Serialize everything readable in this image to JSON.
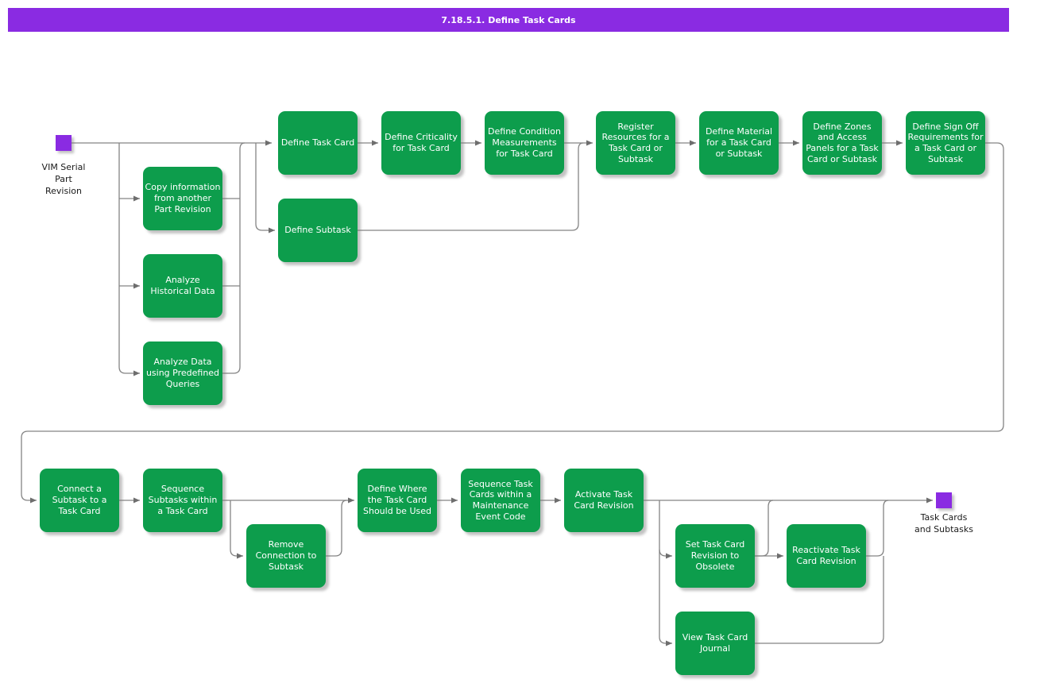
{
  "title": "7.18.5.1. Define Task Cards",
  "colors": {
    "banner": "#8A2BE2",
    "node": "#0D9D4C",
    "connector": "#848484",
    "arrow": "#6e6e6e"
  },
  "start_node": {
    "label": "VIM Serial\nPart\nRevision"
  },
  "end_node": {
    "label": "Task Cards\nand Subtasks"
  },
  "boxes": [
    {
      "label": "Define Task Card"
    },
    {
      "label": "Define Criticality for Task Card"
    },
    {
      "label": "Define Condition Measurements for Task Card"
    },
    {
      "label": "Register Resources for a Task Card or Subtask"
    },
    {
      "label": "Define Material for a Task Card or Subtask"
    },
    {
      "label": "Define Zones and Access Panels for a Task Card or Subtask"
    },
    {
      "label": "Define Sign Off Requirements for a Task Card or Subtask"
    },
    {
      "label": "Copy information from another Part Revision"
    },
    {
      "label": "Analyze Historical Data"
    },
    {
      "label": "Analyze Data using Predefined Queries"
    },
    {
      "label": "Define Subtask"
    },
    {
      "label": "Connect a Subtask to a Task Card"
    },
    {
      "label": "Sequence Subtasks within a Task Card"
    },
    {
      "label": "Remove Connection to Subtask"
    },
    {
      "label": "Define Where the Task Card Should be Used"
    },
    {
      "label": "Sequence Task Cards within a Maintenance Event Code"
    },
    {
      "label": "Activate Task Card Revision"
    },
    {
      "label": "Set Task Card Revision to Obsolete"
    },
    {
      "label": "Reactivate Task Card Revision"
    },
    {
      "label": "View Task Card Journal"
    }
  ]
}
